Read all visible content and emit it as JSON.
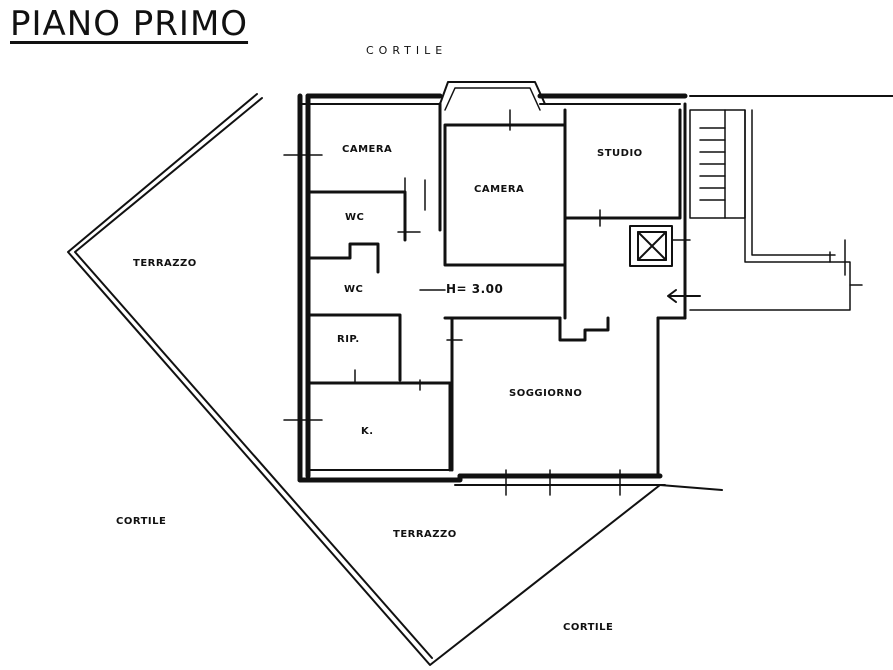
{
  "title": "PIANO PRIMO",
  "labels": {
    "cortile_top": "CORTILE",
    "cortile_left": "CORTILE",
    "cortile_bottom": "CORTILE",
    "terrazzo_left": "TERRAZZO",
    "terrazzo_bottom": "TERRAZZO",
    "camera_1": "CAMERA",
    "camera_2": "CAMERA",
    "studio": "STUDIO",
    "wc_1": "WC",
    "wc_2": "WC",
    "ripostiglio": "RIP.",
    "kitchen": "K.",
    "soggiorno": "SOGGIORNO",
    "height": "H= 3.00"
  }
}
